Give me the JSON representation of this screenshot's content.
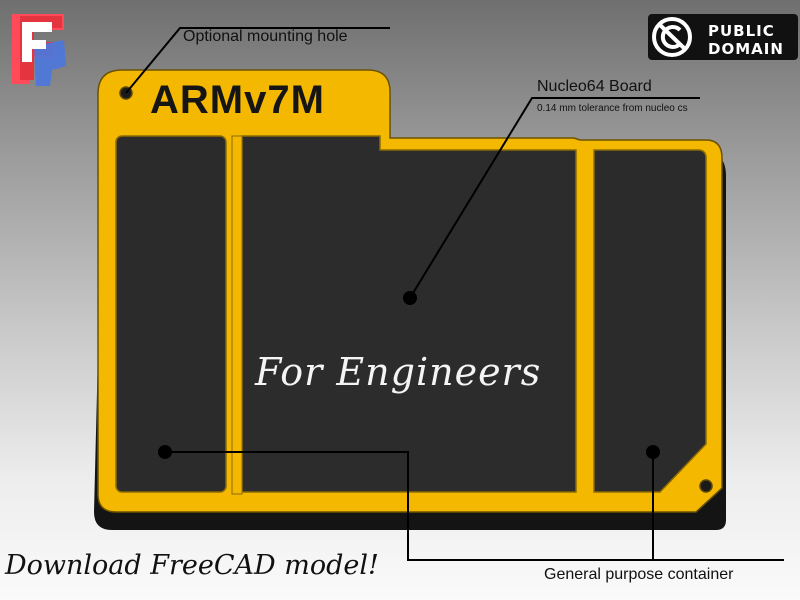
{
  "logo": {
    "icon": "freecad-logo-icon"
  },
  "badge": {
    "line1": "PUBLIC",
    "line2": "DOMAIN",
    "icon": "public-domain-icon"
  },
  "model": {
    "engraving": "ARMv7M",
    "headline": "For Engineers",
    "colors": {
      "frame": "#f5b800",
      "pocket": "#2b2b2b",
      "base": "#151515"
    }
  },
  "callouts": {
    "mounting_hole": "Optional mounting hole",
    "board": "Nucleo64 Board",
    "tolerance": "0.14 mm tolerance from nucleo cs",
    "container": "General purpose container"
  },
  "footer": {
    "download": "Download FreeCAD model!"
  }
}
